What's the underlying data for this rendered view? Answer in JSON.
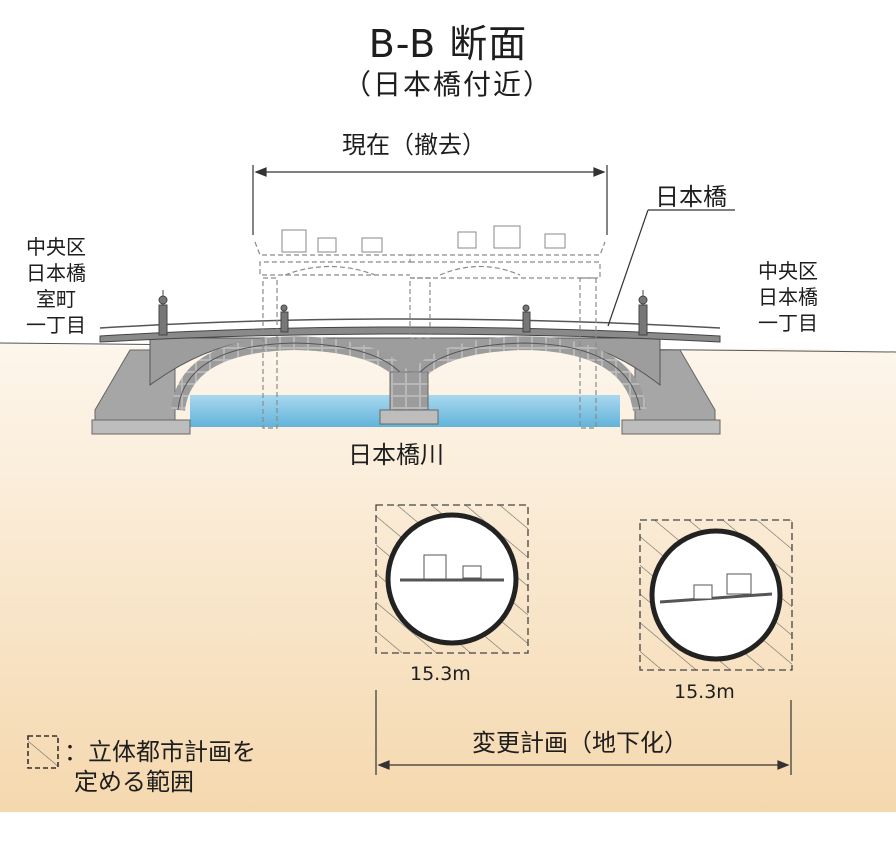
{
  "title": "B-B 断面",
  "subtitle": "（日本橋付近）",
  "labels": {
    "current": "現在（撤去）",
    "bridge": "日本橋",
    "river": "日本橋川",
    "left_area": [
      "中央区",
      "日本橋",
      "室町",
      "一丁目"
    ],
    "right_area": [
      "中央区",
      "日本橋",
      "一丁目"
    ],
    "change_plan": "変更計画（地下化）",
    "tunnel_left_width": "15.3m",
    "tunnel_right_width": "15.3m"
  },
  "legend": {
    "line1": "：立体都市計画を",
    "line2": "定める範囲"
  },
  "colors": {
    "ground_top": "#fdf4e8",
    "ground_bottom": "#f4d9b0",
    "water": "#8fcbe6",
    "bridge": "#9a9a9a",
    "outline": "#2a2a2a"
  }
}
